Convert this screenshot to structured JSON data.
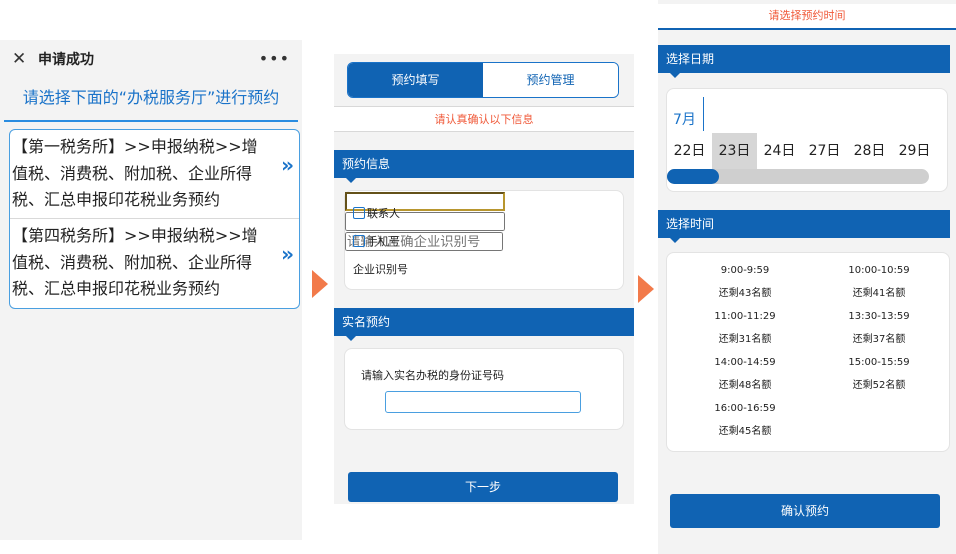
{
  "panel1": {
    "close_icon": "close-icon",
    "title": "申请成功",
    "more_label": "•••",
    "instruction": "请选择下面的“办税服务厅”进行预约",
    "services": [
      {
        "text": "【第一税务所】>>申报纳税>>增值税、消费税、附加税、企业所得税、汇总申报印花税业务预约",
        "arrow": "»"
      },
      {
        "text": "【第四税务所】>>申报纳税>>增值税、消费税、附加税、企业所得税、汇总申报印花税业务预约",
        "arrow": "»"
      }
    ]
  },
  "panel2": {
    "tabs": [
      "预约填写",
      "预约管理"
    ],
    "notice": "请认真确认以下信息",
    "info_section": "预约信息",
    "contact_label": "联系人",
    "phone_label": "手机号",
    "taxid_label": "企业识别号",
    "taxid_placeholder": "请输入正确企业识别号",
    "realname_section": "实名预约",
    "id_prompt": "请输入实名办税的身份证号码",
    "next_button": "下一步"
  },
  "panel3": {
    "hint": "请选择预约时间",
    "date_section": "选择日期",
    "month": "7月",
    "dates": [
      "22日",
      "23日",
      "24日",
      "27日",
      "28日",
      "29日"
    ],
    "selected_date": "23日",
    "time_section": "选择时间",
    "slots": [
      {
        "time": "9:00-9:59",
        "remain": "还剩43名额"
      },
      {
        "time": "10:00-10:59",
        "remain": "还剩41名额"
      },
      {
        "time": "11:00-11:29",
        "remain": "还剩31名额"
      },
      {
        "time": "13:30-13:59",
        "remain": "还剩37名额"
      },
      {
        "time": "14:00-14:59",
        "remain": "还剩48名额"
      },
      {
        "time": "15:00-15:59",
        "remain": "还剩52名额"
      },
      {
        "time": "16:00-16:59",
        "remain": "还剩45名额"
      }
    ],
    "confirm_button": "确认预约"
  },
  "colors": {
    "primary": "#1063b3",
    "link": "#1a73c9",
    "warning": "#f05a3a",
    "arrow": "#f27a4a"
  }
}
